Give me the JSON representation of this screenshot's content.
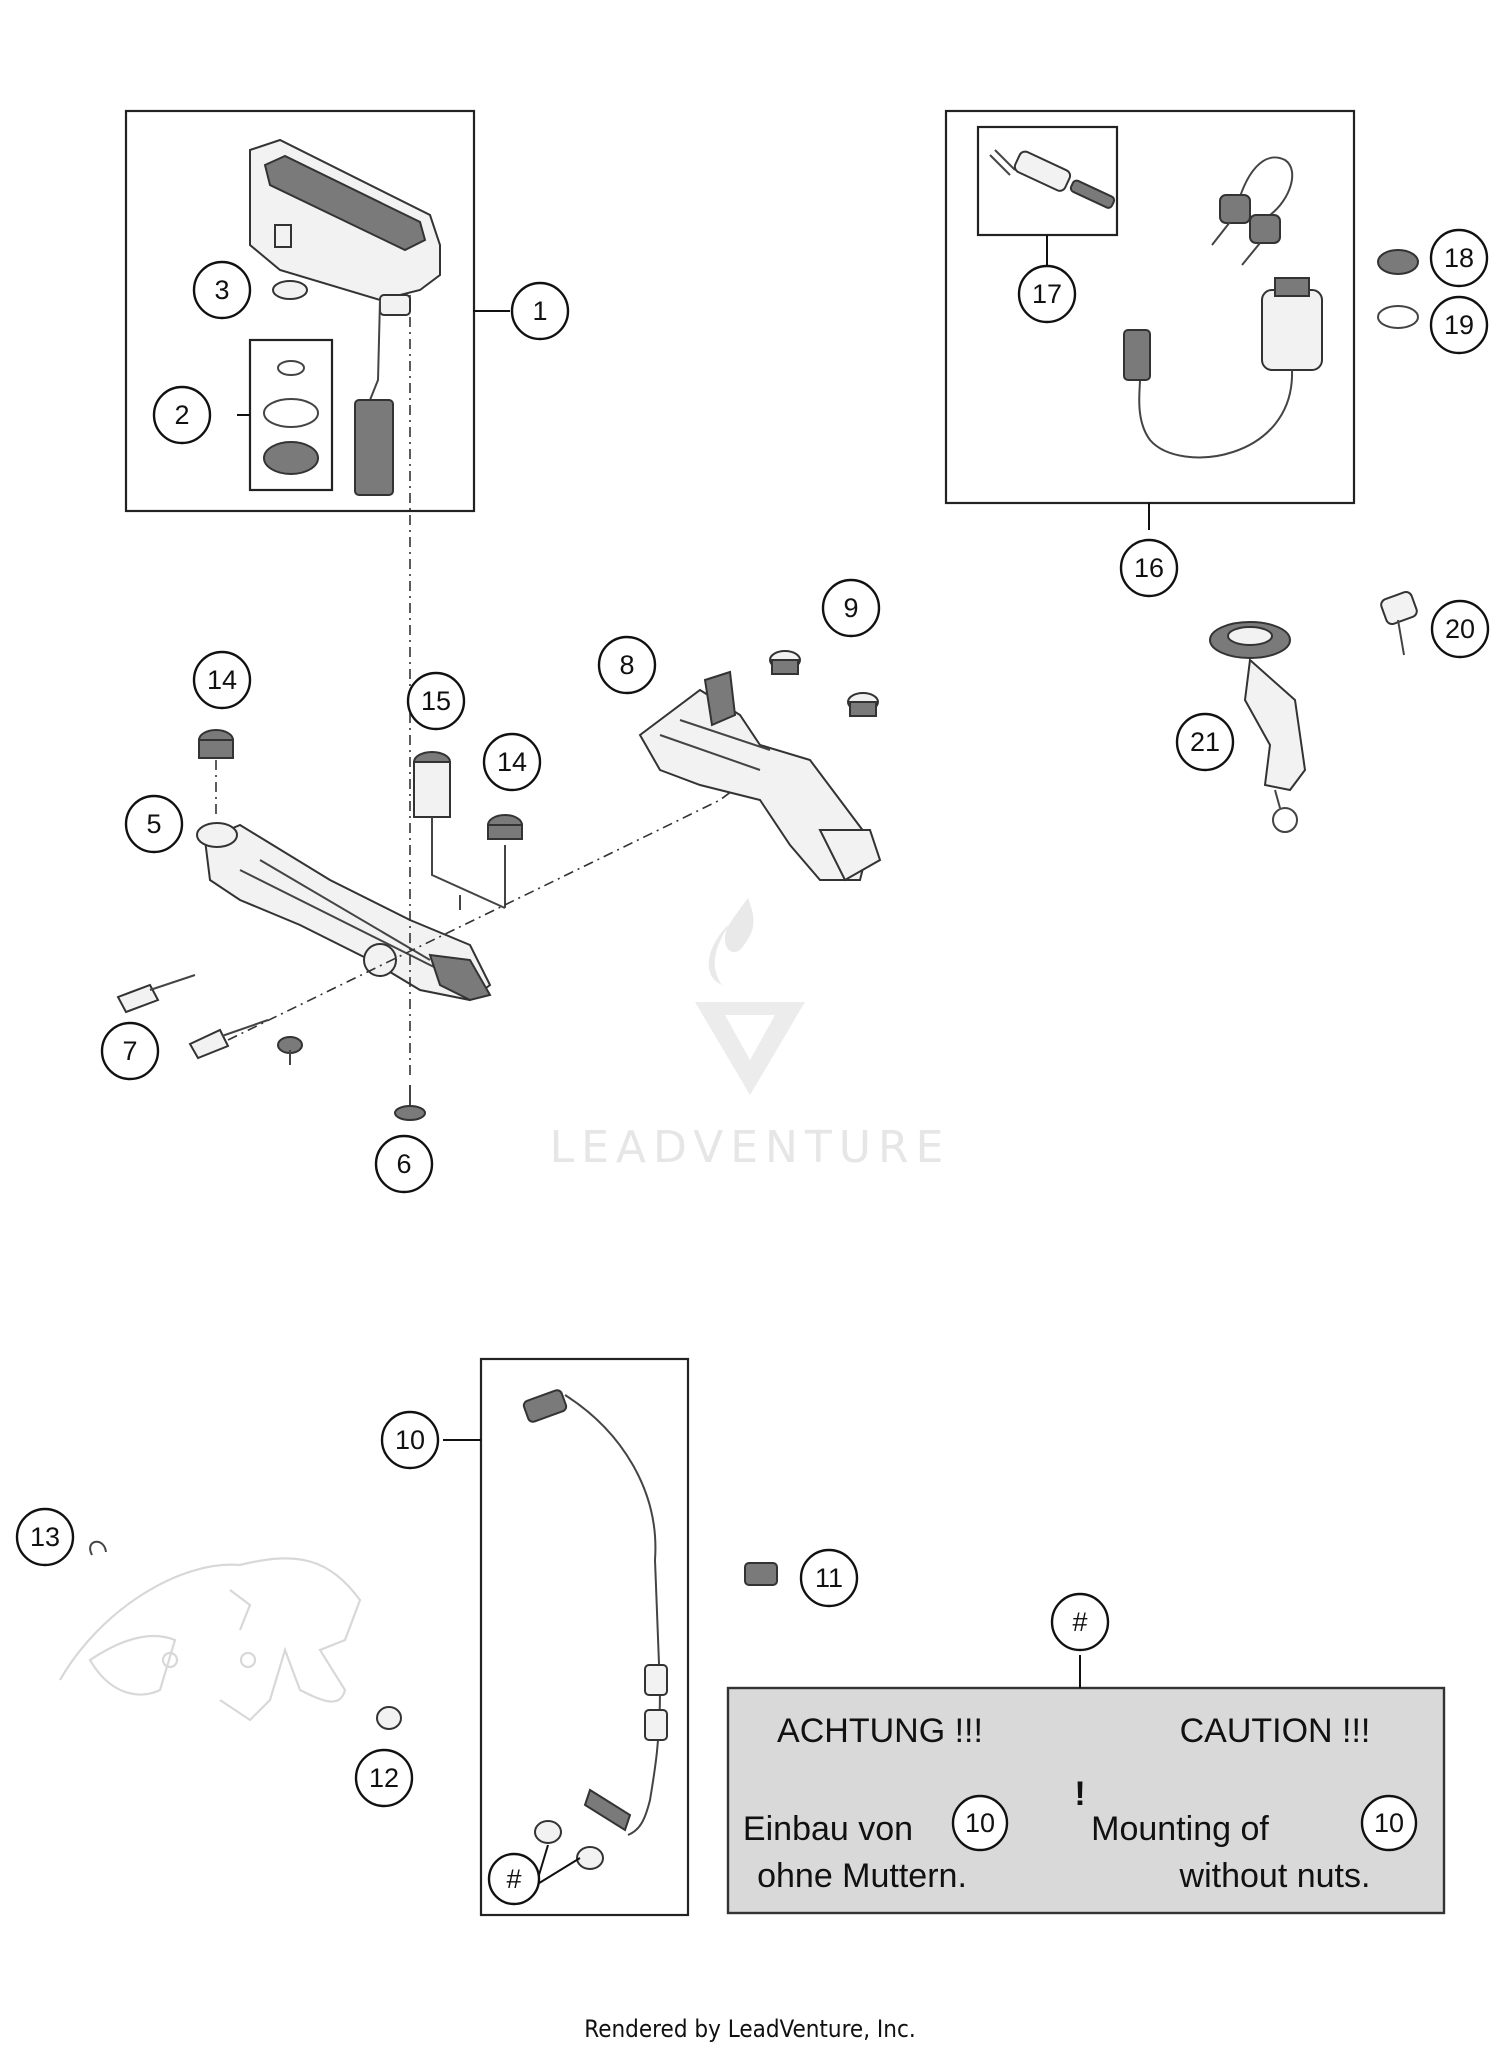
{
  "callouts": {
    "c1": "1",
    "c2": "2",
    "c3": "3",
    "c5": "5",
    "c6": "6",
    "c7": "7",
    "c8": "8",
    "c9": "9",
    "c10": "10",
    "c11": "11",
    "c12": "12",
    "c13": "13",
    "c14a": "14",
    "c14b": "14",
    "c15": "15",
    "c16": "16",
    "c17": "17",
    "c18": "18",
    "c19": "19",
    "c20": "20",
    "c21": "21",
    "hash_top": "#",
    "hash_bottom": "#"
  },
  "caution_box": {
    "de_title": "ACHTUNG !!!",
    "en_title": "CAUTION !!!",
    "de_line1": "Einbau von",
    "de_line2": "ohne Muttern.",
    "en_line1": "Mounting of",
    "en_line2": "without nuts.",
    "ref_de": "10",
    "ref_en": "10",
    "mark": "!"
  },
  "watermark": {
    "text": "LEADVENTURE"
  },
  "footer": {
    "credit": "Rendered by LeadVenture, Inc."
  },
  "colors": {
    "caution_fill": "#d9d9d9",
    "line": "#111111",
    "watermark": "#e6e6e6"
  }
}
